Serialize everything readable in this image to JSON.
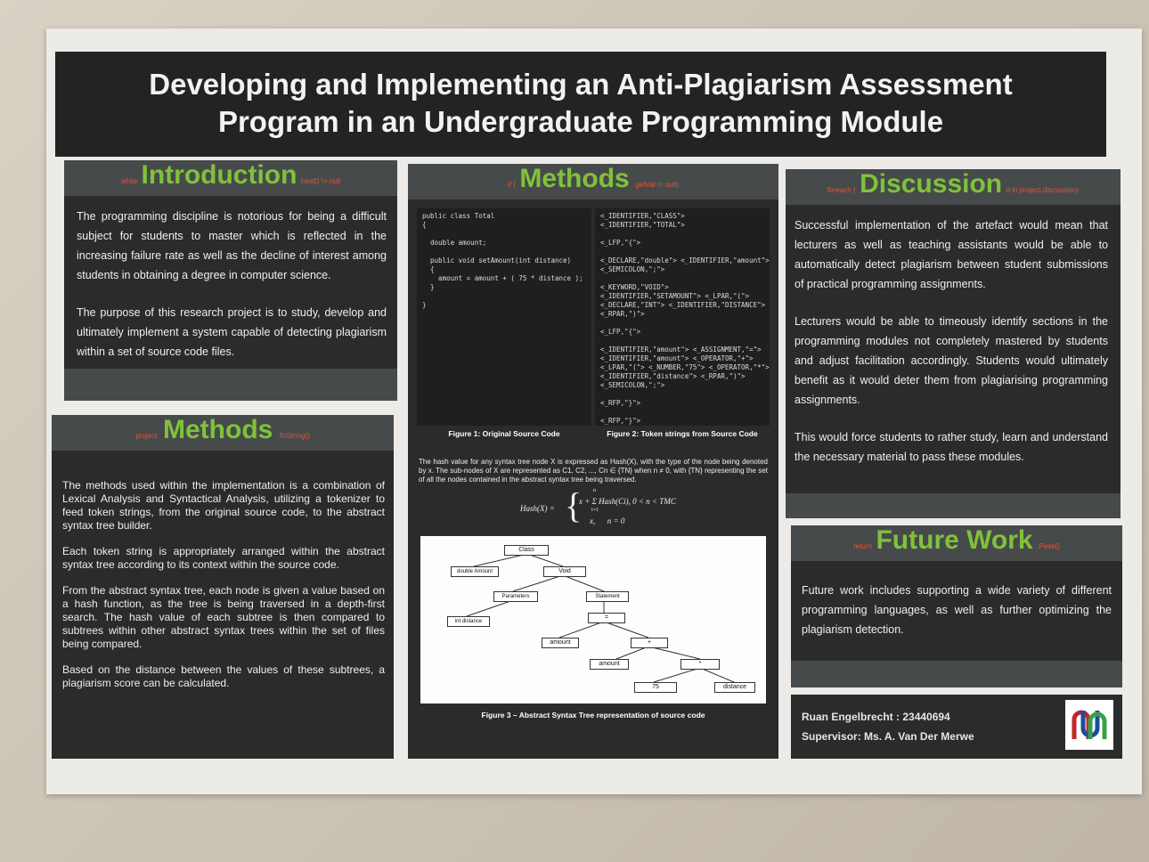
{
  "poster": {
    "title_line1": "Developing and Implementing an Anti-Plagiarism Assessment",
    "title_line2": "Program in an Undergraduate Programming Module"
  },
  "introduction": {
    "prefix": "while",
    "heading": "Introduction",
    "suffix": "next() != null",
    "paragraphs": [
      "The programming discipline is notorious for being a difficult subject for students to master which is reflected in the increasing failure rate as well as the decline of interest among students in obtaining a degree in computer science.",
      "The purpose of this research project is to study, develop and ultimately implement a system capable of detecting plagiarism within a set of source code files."
    ]
  },
  "methods_left": {
    "prefix": "project.",
    "heading": "Methods",
    "suffix": ".ToString()",
    "paragraphs": [
      "The methods used within the implementation is a combination of Lexical Analysis and Syntactical Analysis, utilizing a tokenizer to feed token strings, from the original source code, to the abstract syntax tree builder.",
      "Each token string is appropriately arranged within the abstract syntax tree according to its context within the source code.",
      "From the abstract syntax tree, each node is given a value based on a hash function, as the tree is being traversed in a depth-first search. The hash value of each subtree is then compared to subtrees within other abstract syntax trees within the set of files being compared.",
      "Based on the distance between the values of these subtrees, a plagiarism score can be calculated."
    ]
  },
  "methods_center": {
    "prefix": "if (",
    "heading": "Methods",
    "suffix": ".getVal != null)",
    "code_lines": [
      "public class Total",
      "{",
      "",
      "  double amount;",
      "",
      "  public void setAmount(int distance)",
      "  {",
      "    amount = amount + ( 75 * distance );",
      "  }",
      "",
      "}"
    ],
    "token_lines": [
      "<_IDENTIFIER,\"CLASS\">",
      "<_IDENTIFIER,\"TOTAL\">",
      "",
      "<_LFP,\"{\">",
      "",
      "<_DECLARE,\"double\"> <_IDENTIFIER,\"amount\">",
      "<_SEMICOLON,\";\">",
      "",
      "<_KEYWORD,\"VOID\">",
      "<_IDENTIFIER,\"SETAMOUNT\"> <_LPAR,\"(\">",
      "<_DECLARE,\"INT\"> <_IDENTIFIER,\"DISTANCE\">",
      "<_RPAR,\")\">",
      "",
      "<_LFP,\"{\">",
      "",
      "<_IDENTIFIER,\"amount\"> <_ASSIGNMENT,\"=\">",
      "<_IDENTIFIER,\"amount\"> <_OPERATOR,\"+\">",
      "<_LPAR,\"(\"> <_NUMBER,\"75\"> <_OPERATOR,\"*\">",
      "<_IDENTIFIER,\"distance\"> <_RPAR,\")\">",
      "<_SEMICOLON,\";\">",
      "",
      "<_RFP,\"}\">",
      "",
      "<_RFP,\"}\">"
    ],
    "fig1_caption": "Figure 1: Original Source Code",
    "fig2_caption": "Figure 2: Token strings from Source Code",
    "hash_paragraph": "The hash value for any syntax tree node X is expressed as Hash(X), with the type of the node being denoted by x. The sub-nodes of X are represented as C1, C2, ..., Cn ∈ {TN} when n ≠ 0, with {TN} representing the set of all the nodes contained in the abstract syntax tree being traversed.",
    "formula_lhs": "Hash(X) =",
    "formula_case1": "x + Σ Hash(Ci), 0 < n < TMC",
    "formula_case2": "x,      n = 0",
    "formula_sum_top": "n",
    "formula_sum_bottom": "i=1",
    "tree_nodes": {
      "class": "Class",
      "double_amount": "double Amount",
      "void": "Void",
      "parameters": "Parameters",
      "statement": "Statement",
      "int_distance": "int distance",
      "assign": "=",
      "amount1": "amount",
      "plus": "+",
      "amount2": "amount",
      "times": "*",
      "n75": "75",
      "distance": "distance"
    },
    "fig3_caption": "Figure 3 – Abstract Syntax Tree representation of source code"
  },
  "discussion": {
    "prefix": "foreach (",
    "heading": "Discussion",
    "suffix": "d in project.discussion)",
    "paragraphs": [
      "Successful implementation of the artefact would mean that lecturers as well as teaching assistants would be able to automatically detect plagiarism between student submissions of practical programming assignments.",
      "Lecturers would be able to timeously identify sections in the programming modules not completely mastered by students and adjust facilitation accordingly. Students would ultimately benefit as it would deter them from plagiarising programming assignments.",
      "This would force students to rather study, learn and understand the necessary material to pass these modules."
    ]
  },
  "future_work": {
    "prefix": "return",
    "heading": "Future Work",
    "suffix": ".Peek()",
    "paragraph": "Future work includes supporting a wide variety of different programming languages, as well as further optimizing the plagiarism detection."
  },
  "authors": {
    "student": "Ruan Engelbrecht : 23440694",
    "supervisor": "Supervisor: Ms. A. Van Der Merwe"
  },
  "colors": {
    "heading_green": "#7fc23b",
    "accent_red": "#e0553b",
    "panel_dark": "#2b2b2b",
    "header_gray": "#474a4b"
  }
}
